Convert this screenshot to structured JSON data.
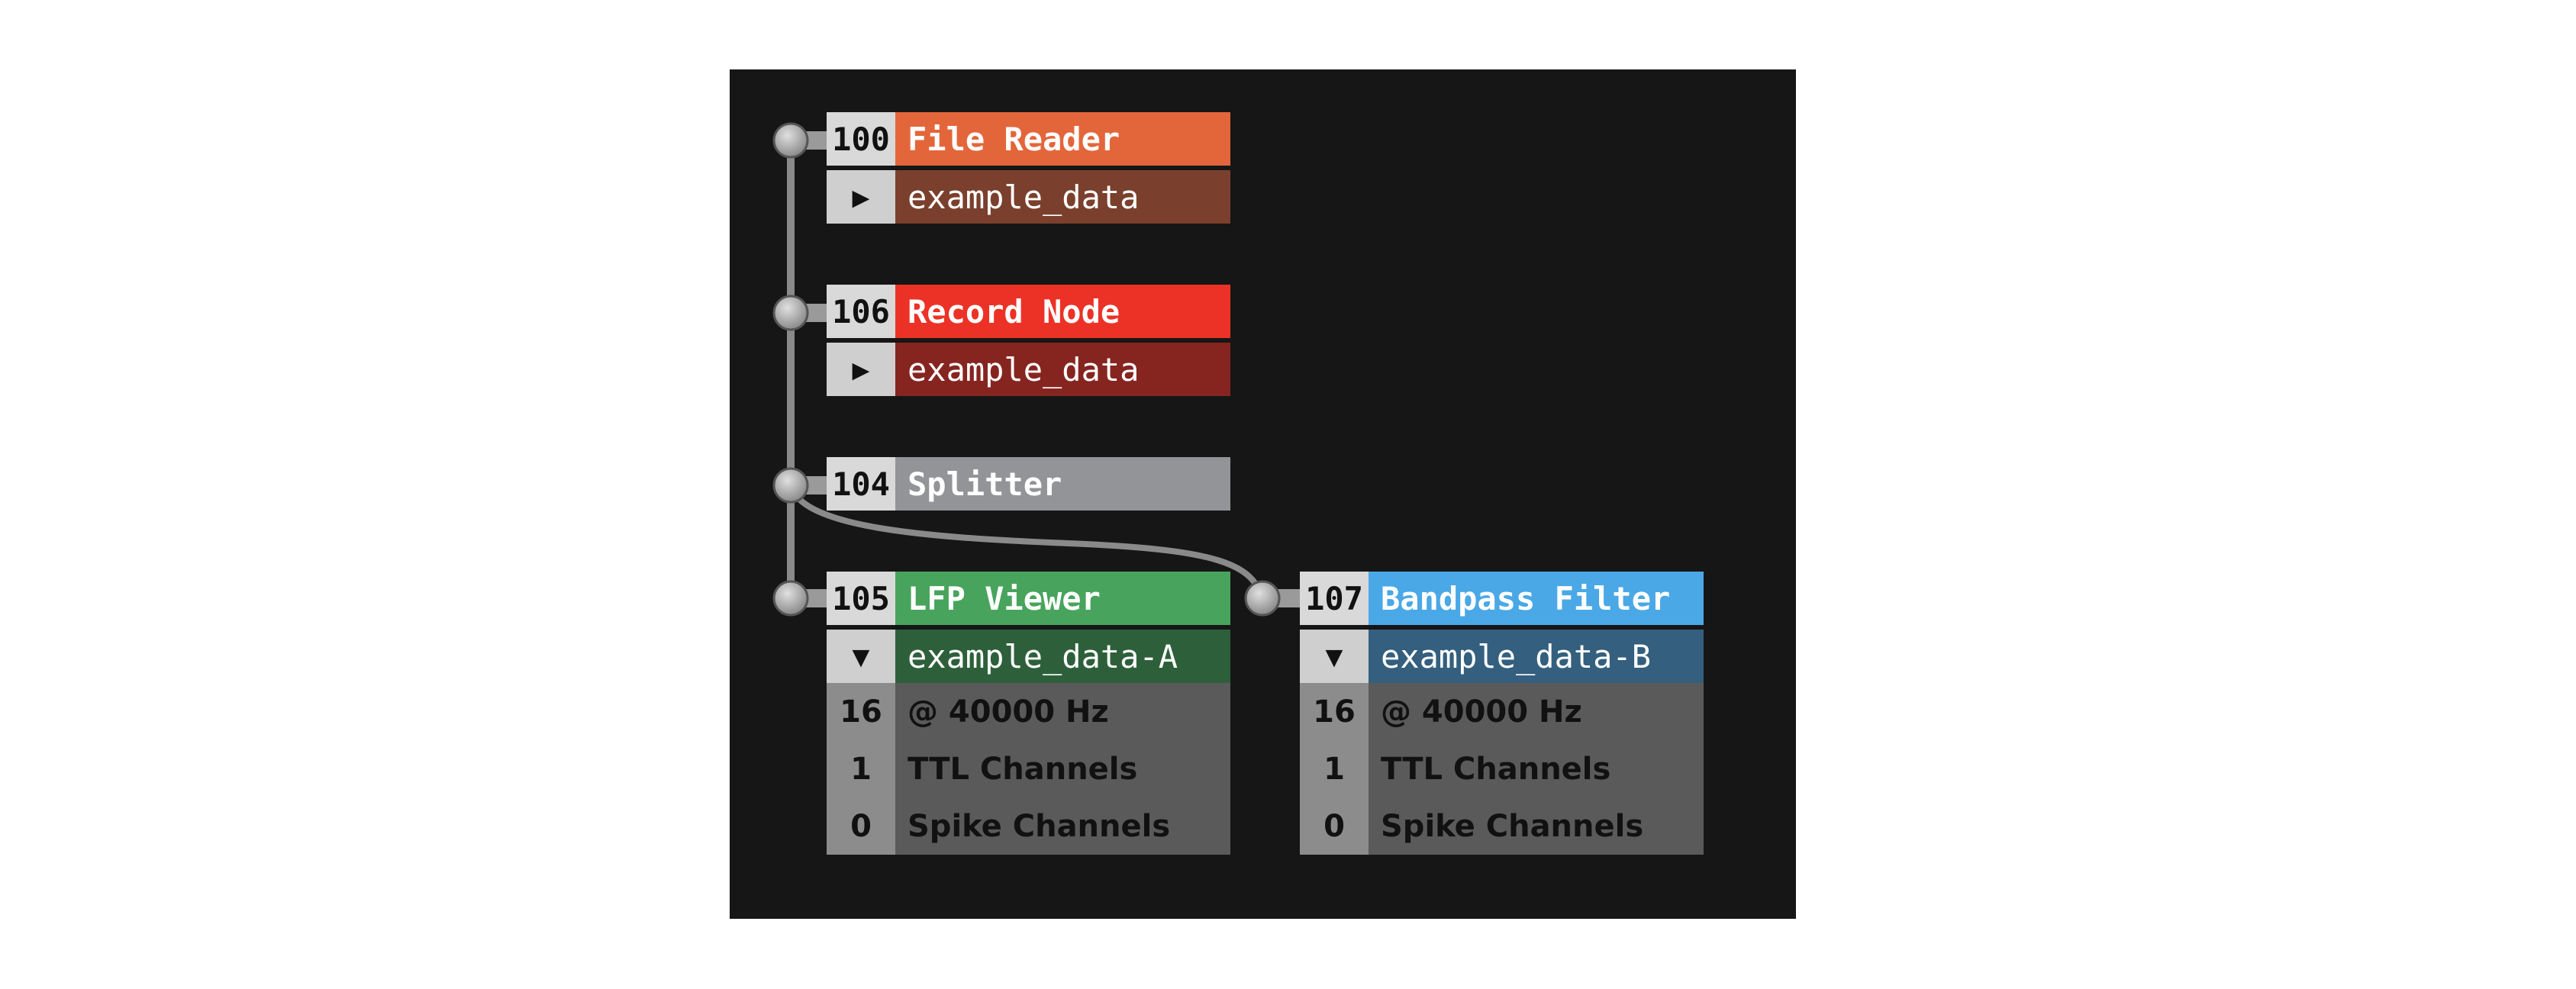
{
  "nodes": [
    {
      "id": "100",
      "title": "File Reader",
      "title_color": "#e3663a",
      "stream": {
        "arrow": "▶",
        "name": "example_data",
        "color": "#7a402d"
      }
    },
    {
      "id": "106",
      "title": "Record Node",
      "title_color": "#ec3226",
      "stream": {
        "arrow": "▶",
        "name": "example_data",
        "color": "#862520"
      }
    },
    {
      "id": "104",
      "title": "Splitter",
      "title_color": "#939497"
    },
    {
      "id": "105",
      "title": "LFP Viewer",
      "title_color": "#48a45c",
      "stream": {
        "arrow": "▼",
        "name": "example_data-A",
        "color": "#2d603a"
      },
      "stats": [
        {
          "num": "16",
          "label": "@ 40000 Hz"
        },
        {
          "num": "1",
          "label": "TTL Channels"
        },
        {
          "num": "0",
          "label": "Spike Channels"
        }
      ]
    },
    {
      "id": "107",
      "title": "Bandpass Filter",
      "title_color": "#4aa8e6",
      "stream": {
        "arrow": "▼",
        "name": "example_data-B",
        "color": "#345f7e"
      },
      "stats": [
        {
          "num": "16",
          "label": "@ 40000 Hz"
        },
        {
          "num": "1",
          "label": "TTL Channels"
        },
        {
          "num": "0",
          "label": "Spike Channels"
        }
      ]
    }
  ]
}
